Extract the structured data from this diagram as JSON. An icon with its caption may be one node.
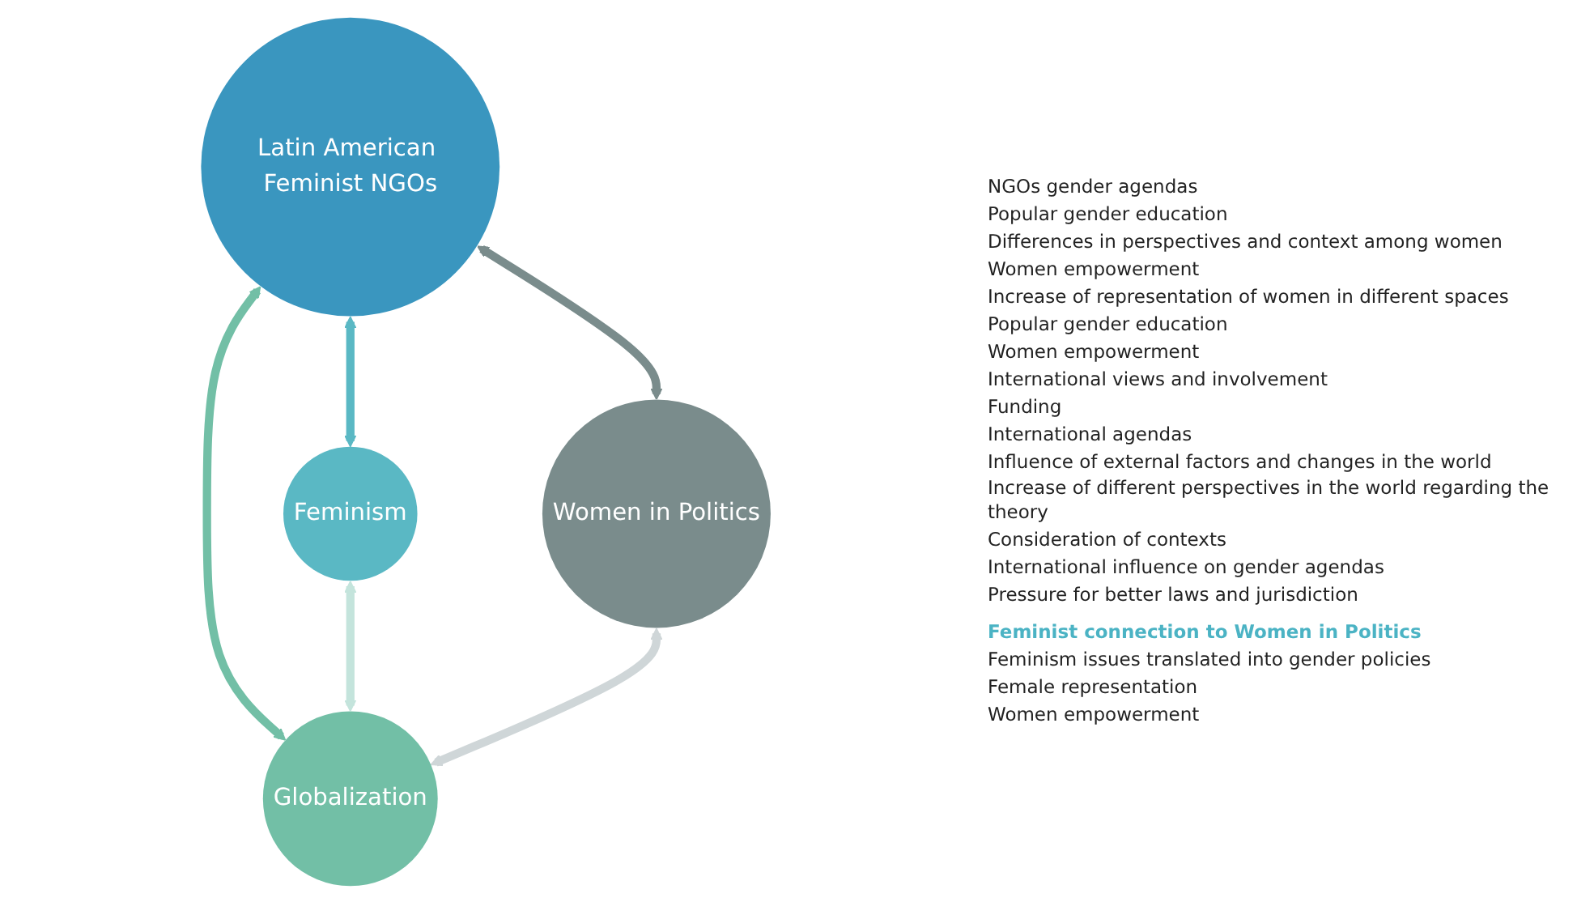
{
  "diagram": {
    "nodes": [
      {
        "text": [
          "Latin American Feminist NGOs"
        ]
      },
      {
        "text": [
          "Feminism"
        ]
      },
      {
        "text": [
          "Women in Politics"
        ]
      },
      {
        "text": [
          "Globalization"
        ]
      }
    ],
    "edges": [
      {
        "from": 0,
        "to": 1,
        "arrow": "both",
        "color": "#5ab8c4"
      },
      {
        "from": 0,
        "to": 2,
        "arrow": "both",
        "color": "#7a8c8c"
      },
      {
        "from": 0,
        "to": 3,
        "arrow": "both",
        "color": "#72bfa6"
      },
      {
        "from": 1,
        "to": 3,
        "arrow": "both",
        "color": "#c4e4dc"
      },
      {
        "from": 2,
        "to": 3,
        "arrow": "both",
        "color": "#cfd6d8"
      }
    ],
    "labels": [
      "NGOs gender agendas",
      "Popular gender education",
      "Differences in perspectives and context among women",
      "Women empowerment",
      "Increase of representation of women in different spaces",
      "Popular gender education",
      "Women empowerment",
      "International views and involvement",
      "Funding",
      "International agendas",
      "Influence of external factors and changes in the world",
      "Increase of different perspectives in the world regarding the theory",
      "Consideration of contexts",
      "International influence on gender agendas",
      "Pressure for better laws and jurisdiction",
      "Feminist connection to Women in Politics",
      "Feminism issues translated into gender policies",
      "Female representation",
      "Women empowerment"
    ]
  }
}
